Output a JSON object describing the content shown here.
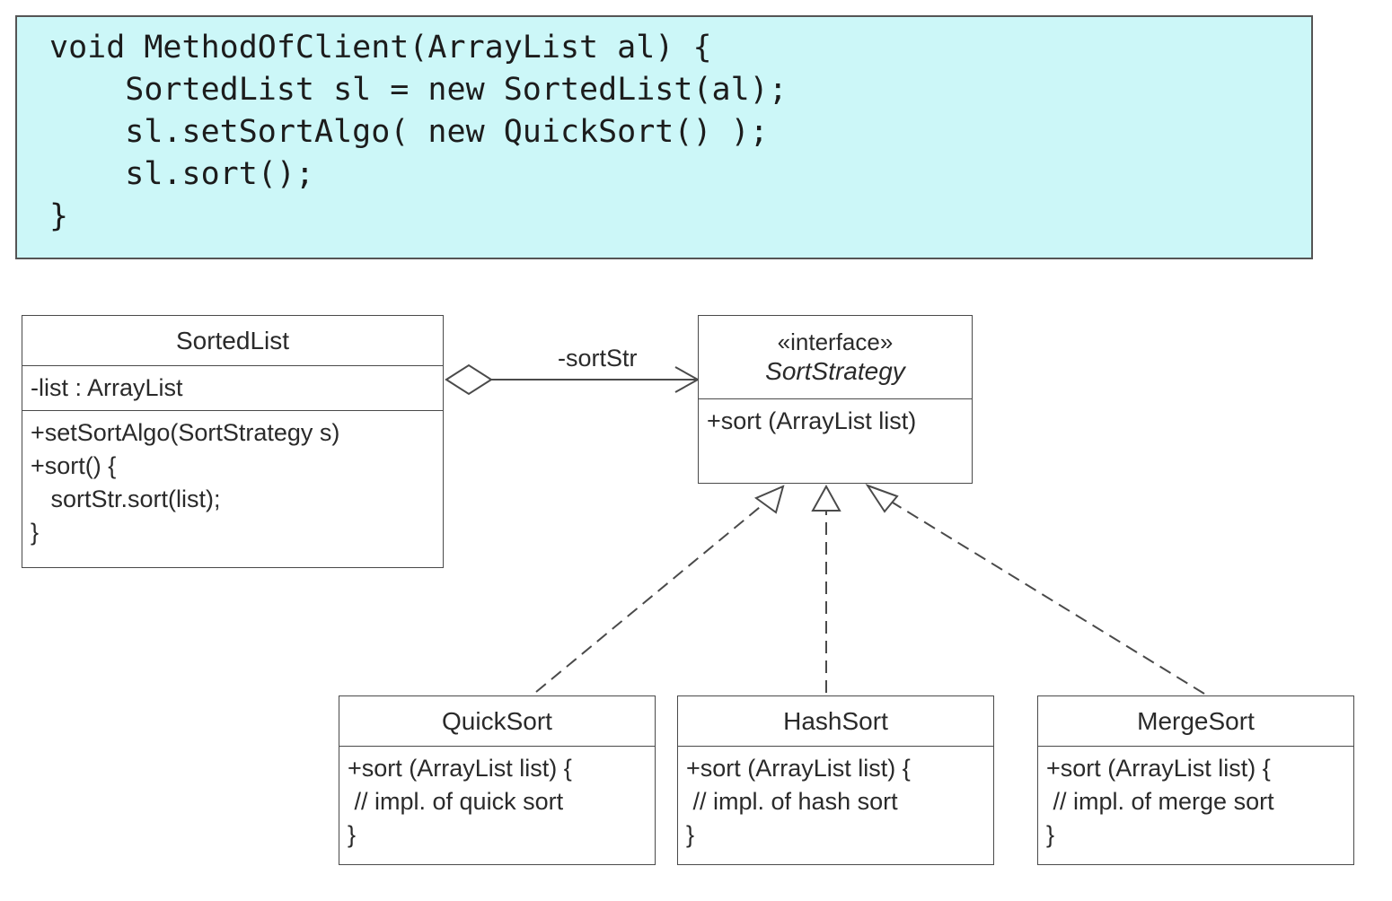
{
  "code": {
    "lines": [
      "void MethodOfClient(ArrayList al) {",
      "    SortedList sl = new SortedList(al);",
      "    sl.setSortAlgo( new QuickSort() );",
      "    sl.sort();",
      "}"
    ]
  },
  "diagram": {
    "sorted_list": {
      "name": "SortedList",
      "attribute": "-list : ArrayList",
      "methods": [
        "+setSortAlgo(SortStrategy s)",
        "+sort() {",
        "   sortStr.sort(list);",
        "}"
      ]
    },
    "association_label": "-sortStr",
    "sort_strategy": {
      "stereotype": "«interface»",
      "name": "SortStrategy",
      "methods": [
        "+sort (ArrayList list)"
      ]
    },
    "quick_sort": {
      "name": "QuickSort",
      "methods": [
        "+sort (ArrayList list) {",
        " // impl. of quick sort",
        "}"
      ]
    },
    "hash_sort": {
      "name": "HashSort",
      "methods": [
        "+sort (ArrayList list) {",
        " // impl. of hash sort",
        "}"
      ]
    },
    "merge_sort": {
      "name": "MergeSort",
      "methods": [
        "+sort (ArrayList list) {",
        " // impl. of merge sort",
        "}"
      ]
    }
  },
  "colors": {
    "code_background": "#ccf7f8",
    "line": "#4a4a4a"
  }
}
